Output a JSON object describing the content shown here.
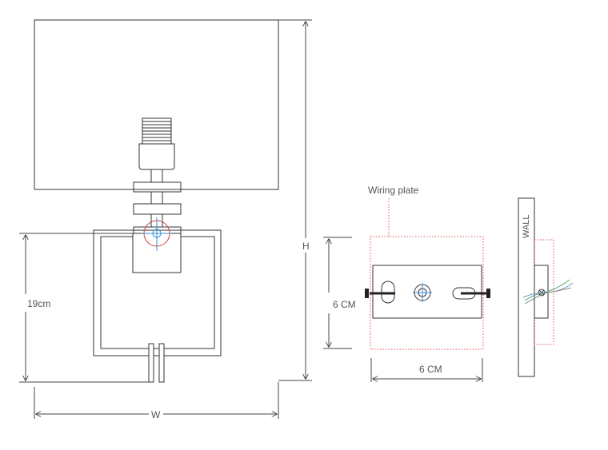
{
  "labels": {
    "height": "H",
    "width": "W",
    "arm_height": "19cm",
    "wiring_plate": "Wiring plate",
    "plate_height": "6 CM",
    "plate_width": "6 CM",
    "wall": "WALL"
  },
  "colors": {
    "line": "#333333",
    "dimension": "#444444",
    "plate_outline": "#e05050",
    "target_red": "#d04040",
    "target_blue": "#3a8fd8",
    "wire_green": "#5aa06a",
    "wire_blue": "#6a9ac8",
    "wire_gray": "#888888"
  }
}
